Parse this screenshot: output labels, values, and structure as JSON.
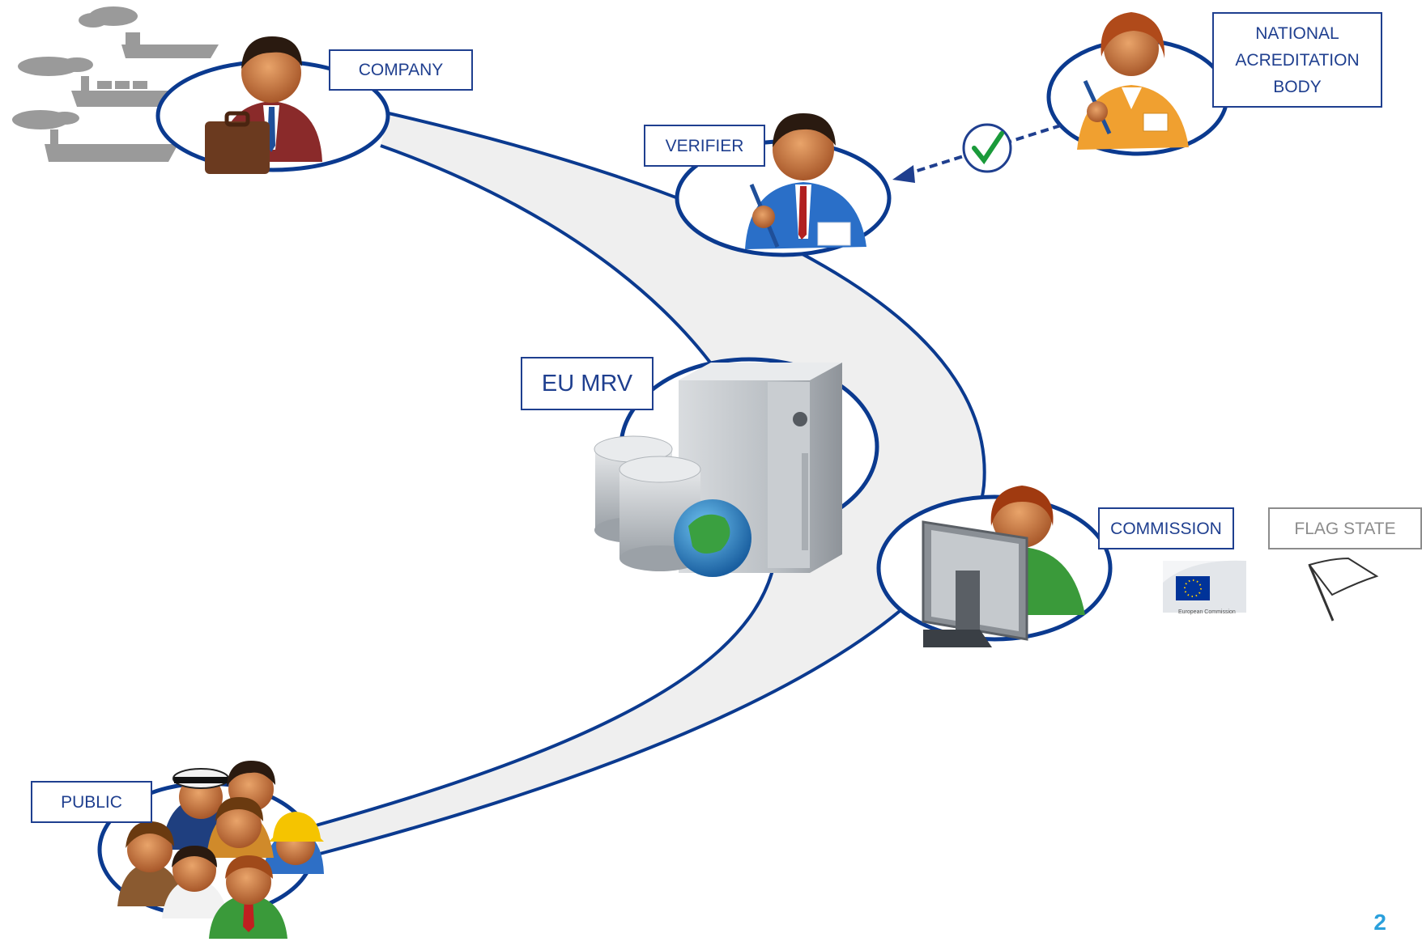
{
  "labels": {
    "company": "COMPANY",
    "national_body": "NATIONAL ACREDITATION BODY",
    "verifier": "VERIFIER",
    "eu_mrv": "EU MRV",
    "commission": "COMMISSION",
    "flag_state": "FLAG STATE",
    "public": "PUBLIC"
  },
  "eu_logo_text": "European Commission",
  "page_number": "2",
  "colors": {
    "outline": "#0b3a8f",
    "label_text": "#1f3f8f",
    "band_fill": "#efefef",
    "check": "#1a9a3a",
    "page_number": "#2aa0dc"
  }
}
